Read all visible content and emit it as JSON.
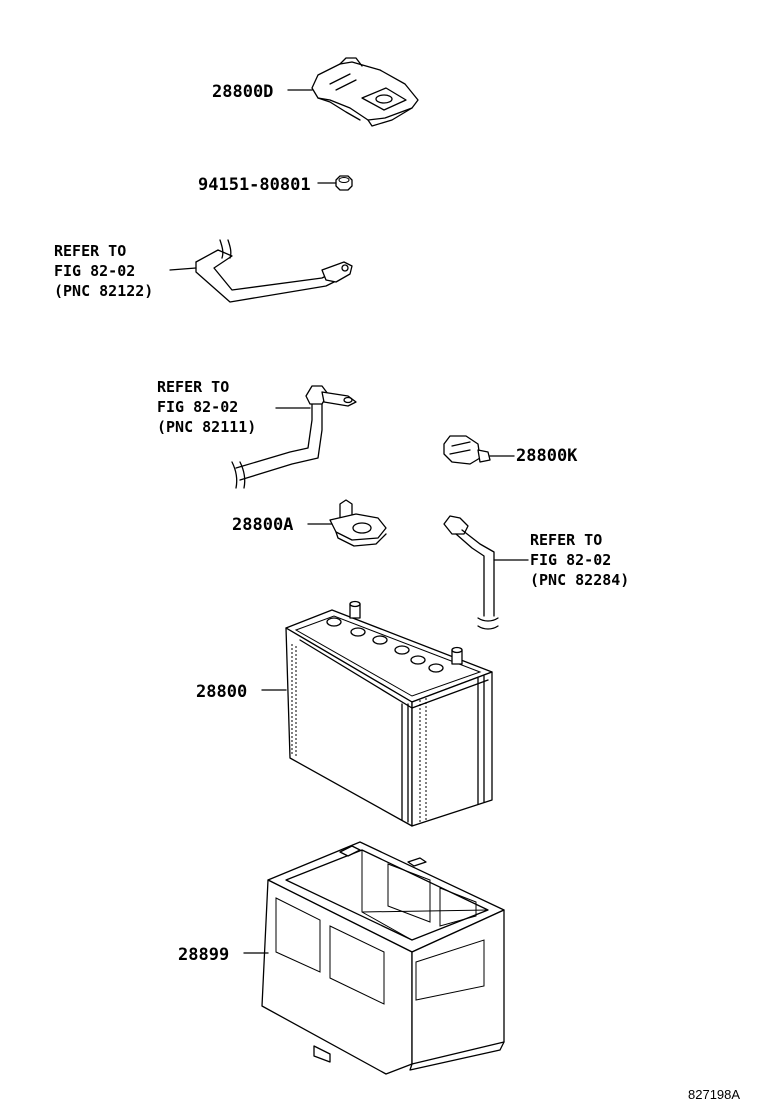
{
  "labels": {
    "p28800D": "28800D",
    "p94151": "94151-80801",
    "p28800K": "28800K",
    "p28800A": "28800A",
    "p28800": "28800",
    "p28899": "28899"
  },
  "refs": [
    {
      "line1": "REFER TO",
      "line2": "FIG 82-02",
      "line3": "(PNC 82122)"
    },
    {
      "line1": "REFER TO",
      "line2": "FIG 82-02",
      "line3": "(PNC 82111)"
    },
    {
      "line1": "REFER TO",
      "line2": "FIG 82-02",
      "line3": "(PNC 82284)"
    }
  ],
  "drawing_code": "827198A"
}
